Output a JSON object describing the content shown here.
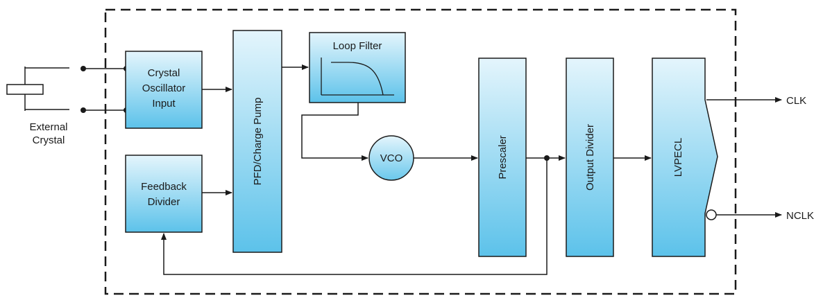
{
  "external_crystal": {
    "line1": "External",
    "line2": "Crystal"
  },
  "blocks": {
    "crystal_osc": {
      "line1": "Crystal",
      "line2": "Oscillator",
      "line3": "Input"
    },
    "feedback_divider": {
      "line1": "Feedback",
      "line2": "Divider"
    },
    "pfd_charge_pump": {
      "label": "PFD/Charge Pump"
    },
    "loop_filter": {
      "label": "Loop Filter"
    },
    "vco": {
      "label": "VCO"
    },
    "prescaler": {
      "label": "Prescaler"
    },
    "output_divider": {
      "label": "Output Divider"
    },
    "lvpecl": {
      "label": "LVPECL"
    }
  },
  "outputs": {
    "clk": "CLK",
    "nclk": "NCLK"
  },
  "colors": {
    "block_gradient_top": "#dff3fb",
    "block_gradient_bottom": "#5ec3ea",
    "line": "#1a1a1a"
  }
}
